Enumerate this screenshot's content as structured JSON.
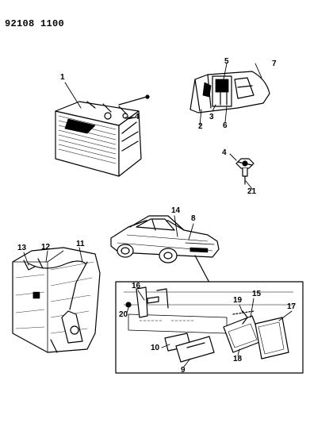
{
  "header": {
    "code": "92108 1100"
  },
  "callouts": {
    "c1": "1",
    "c2": "2",
    "c3": "3",
    "c4a": "4",
    "c4b": "4",
    "c5": "5",
    "c6": "6",
    "c7": "7",
    "c8": "8",
    "c9": "9",
    "c10": "10",
    "c11": "11",
    "c12": "12",
    "c13": "13",
    "c14": "14",
    "c15": "15",
    "c16": "16",
    "c17": "17",
    "c18": "18",
    "c19": "19",
    "c20": "20",
    "c21": "21"
  }
}
